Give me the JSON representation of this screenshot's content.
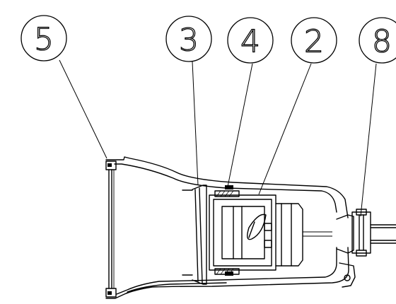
{
  "callouts": [
    {
      "id": "callout-5",
      "label": "5"
    },
    {
      "id": "callout-3",
      "label": "3"
    },
    {
      "id": "callout-4",
      "label": "4"
    },
    {
      "id": "callout-2",
      "label": "2"
    },
    {
      "id": "callout-8",
      "label": "8"
    }
  ]
}
